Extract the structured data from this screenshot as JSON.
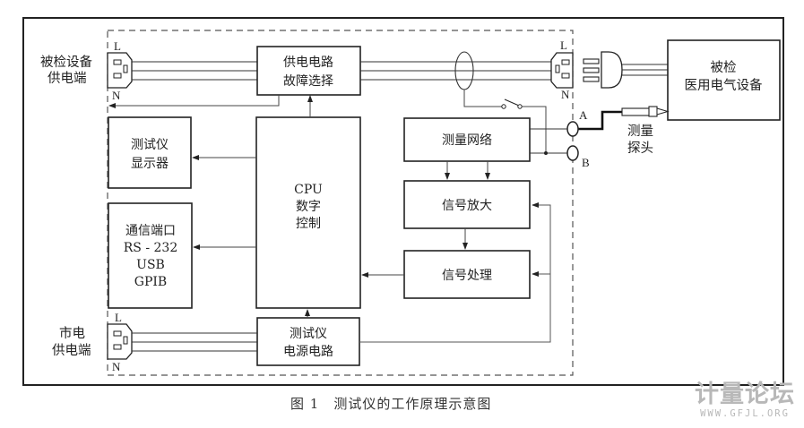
{
  "figure": {
    "caption_number": "图 1",
    "caption_text": "测试仪的工作原理示意图"
  },
  "terminals": {
    "dut_supply": {
      "line1": "被检设备",
      "line2": "供电端",
      "L": "L",
      "N": "N"
    },
    "mains_supply": {
      "line1": "市电",
      "line2": "供电端",
      "L": "L",
      "N": "N"
    },
    "output_socket": {
      "L": "L",
      "N": "N"
    }
  },
  "blocks": {
    "fault_select": {
      "line1": "供电电路",
      "line2": "故障选择"
    },
    "display": {
      "line1": "测试仪",
      "line2": "显示器"
    },
    "comm_port": {
      "line1": "通信端口",
      "line2": "RS - 232",
      "line3": "USB",
      "line4": "GPIB"
    },
    "cpu": {
      "line1": "CPU",
      "line2": "数字",
      "line3": "控制"
    },
    "measure_net": {
      "label": "测量网络"
    },
    "amp": {
      "label": "信号放大"
    },
    "proc": {
      "label": "信号处理"
    },
    "power": {
      "line1": "测试仪",
      "line2": "电源电路"
    },
    "dut": {
      "line1": "被检",
      "line2": "医用电气设备"
    }
  },
  "probe": {
    "line1": "测量",
    "line2": "探头"
  },
  "jacks": {
    "a": "A",
    "b": "B"
  },
  "watermark": {
    "title": "计量论坛",
    "url": "WWW.GFJL.ORG"
  }
}
